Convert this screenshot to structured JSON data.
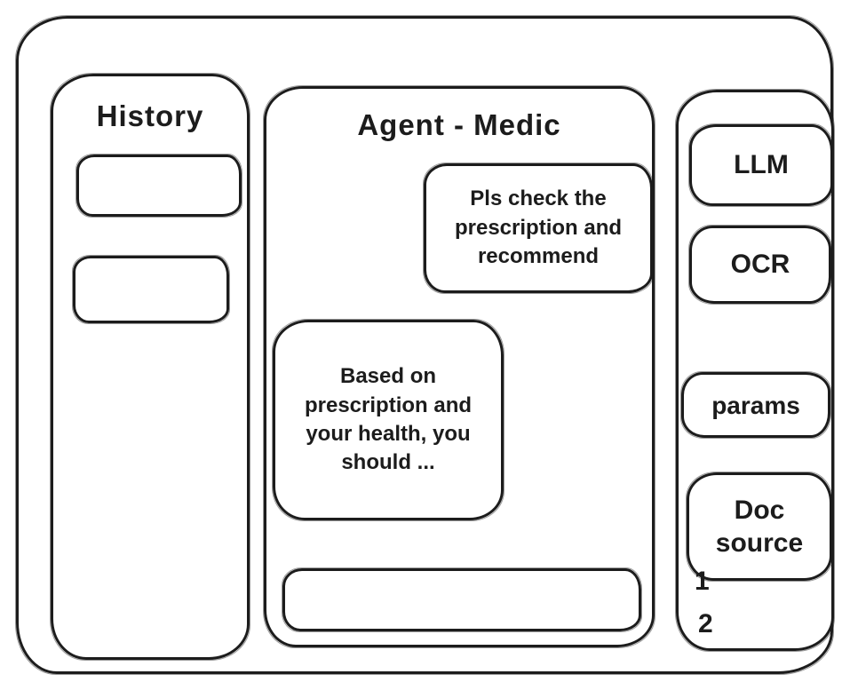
{
  "colors": {
    "ink": "#1c1c1c",
    "background": "#ffffff"
  },
  "history": {
    "title": "History",
    "items": [
      {
        "label": ""
      },
      {
        "label": ""
      }
    ]
  },
  "chat": {
    "title": "Agent - Medic",
    "messages": [
      {
        "role": "user",
        "text": "Pls check the prescription and recommend"
      },
      {
        "role": "assistant",
        "text": "Based on prescription and your health, you should ..."
      }
    ],
    "input": {
      "value": "",
      "placeholder": ""
    }
  },
  "tools": {
    "buttons": [
      {
        "label": "LLM"
      },
      {
        "label": "OCR"
      },
      {
        "label": "params"
      },
      {
        "label": "Doc source"
      }
    ],
    "doc_items": [
      "1",
      "2"
    ]
  }
}
